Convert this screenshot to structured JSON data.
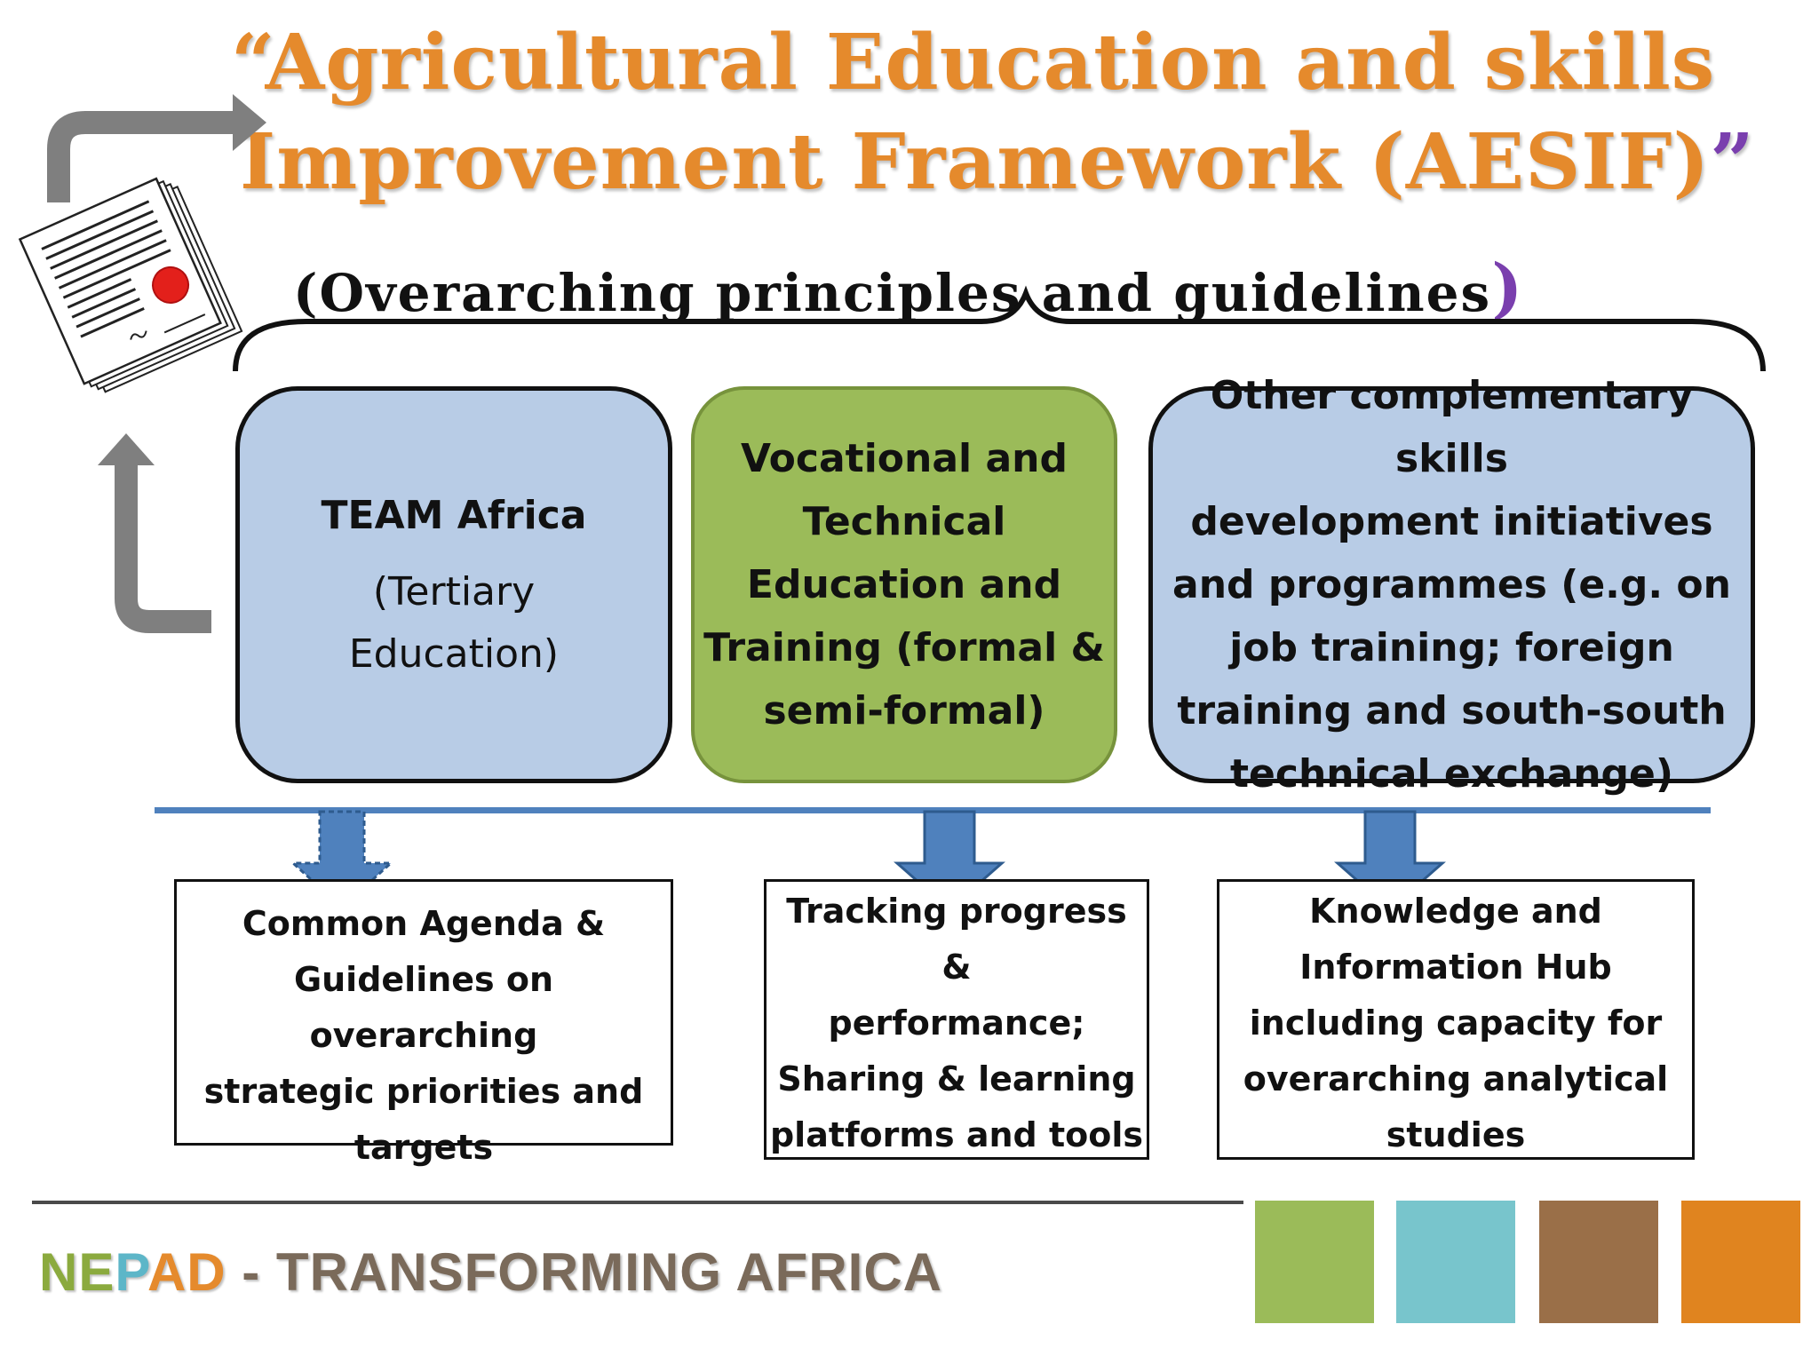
{
  "title": {
    "line1": "“Agricultural Education and skills",
    "line2": "Improvement Framework (AESIF)",
    "close_quote": "”"
  },
  "subtitle": {
    "text": "(Overarching principles and guidelines",
    "close_paren": ")"
  },
  "top_boxes": {
    "team": {
      "heading": "TEAM Africa",
      "sub": "(Tertiary\nEducation)",
      "fill": "#B8CCE6"
    },
    "vocational": {
      "text": "Vocational and\nTechnical\nEducation and\nTraining (formal &\nsemi-formal)",
      "fill": "#9BBB59"
    },
    "other": {
      "text": "Other complementary skills\ndevelopment initiatives\nand programmes (e.g. on\njob training; foreign\ntraining and south-south\ntechnical exchange)",
      "fill": "#B8CCE6"
    }
  },
  "bottom_boxes": {
    "agenda": "Common Agenda &\nGuidelines on overarching\nstrategic priorities and\ntargets",
    "tracking": "Tracking progress &\nperformance;\nSharing & learning\nplatforms and tools",
    "knowledge": "Knowledge and\nInformation Hub\nincluding capacity for\noverarching analytical\nstudies"
  },
  "footer": {
    "brand_ne": "NE",
    "brand_p": "P",
    "brand_ad": "AD",
    "tagline": " - TRANSFORMING AFRICA",
    "colors": [
      "#9BBB59",
      "#78C5CC",
      "#9A6F48",
      "#E0841F"
    ]
  },
  "icons": [
    "document-certificate-icon",
    "curved-return-arrow",
    "down-arrow-icon"
  ]
}
